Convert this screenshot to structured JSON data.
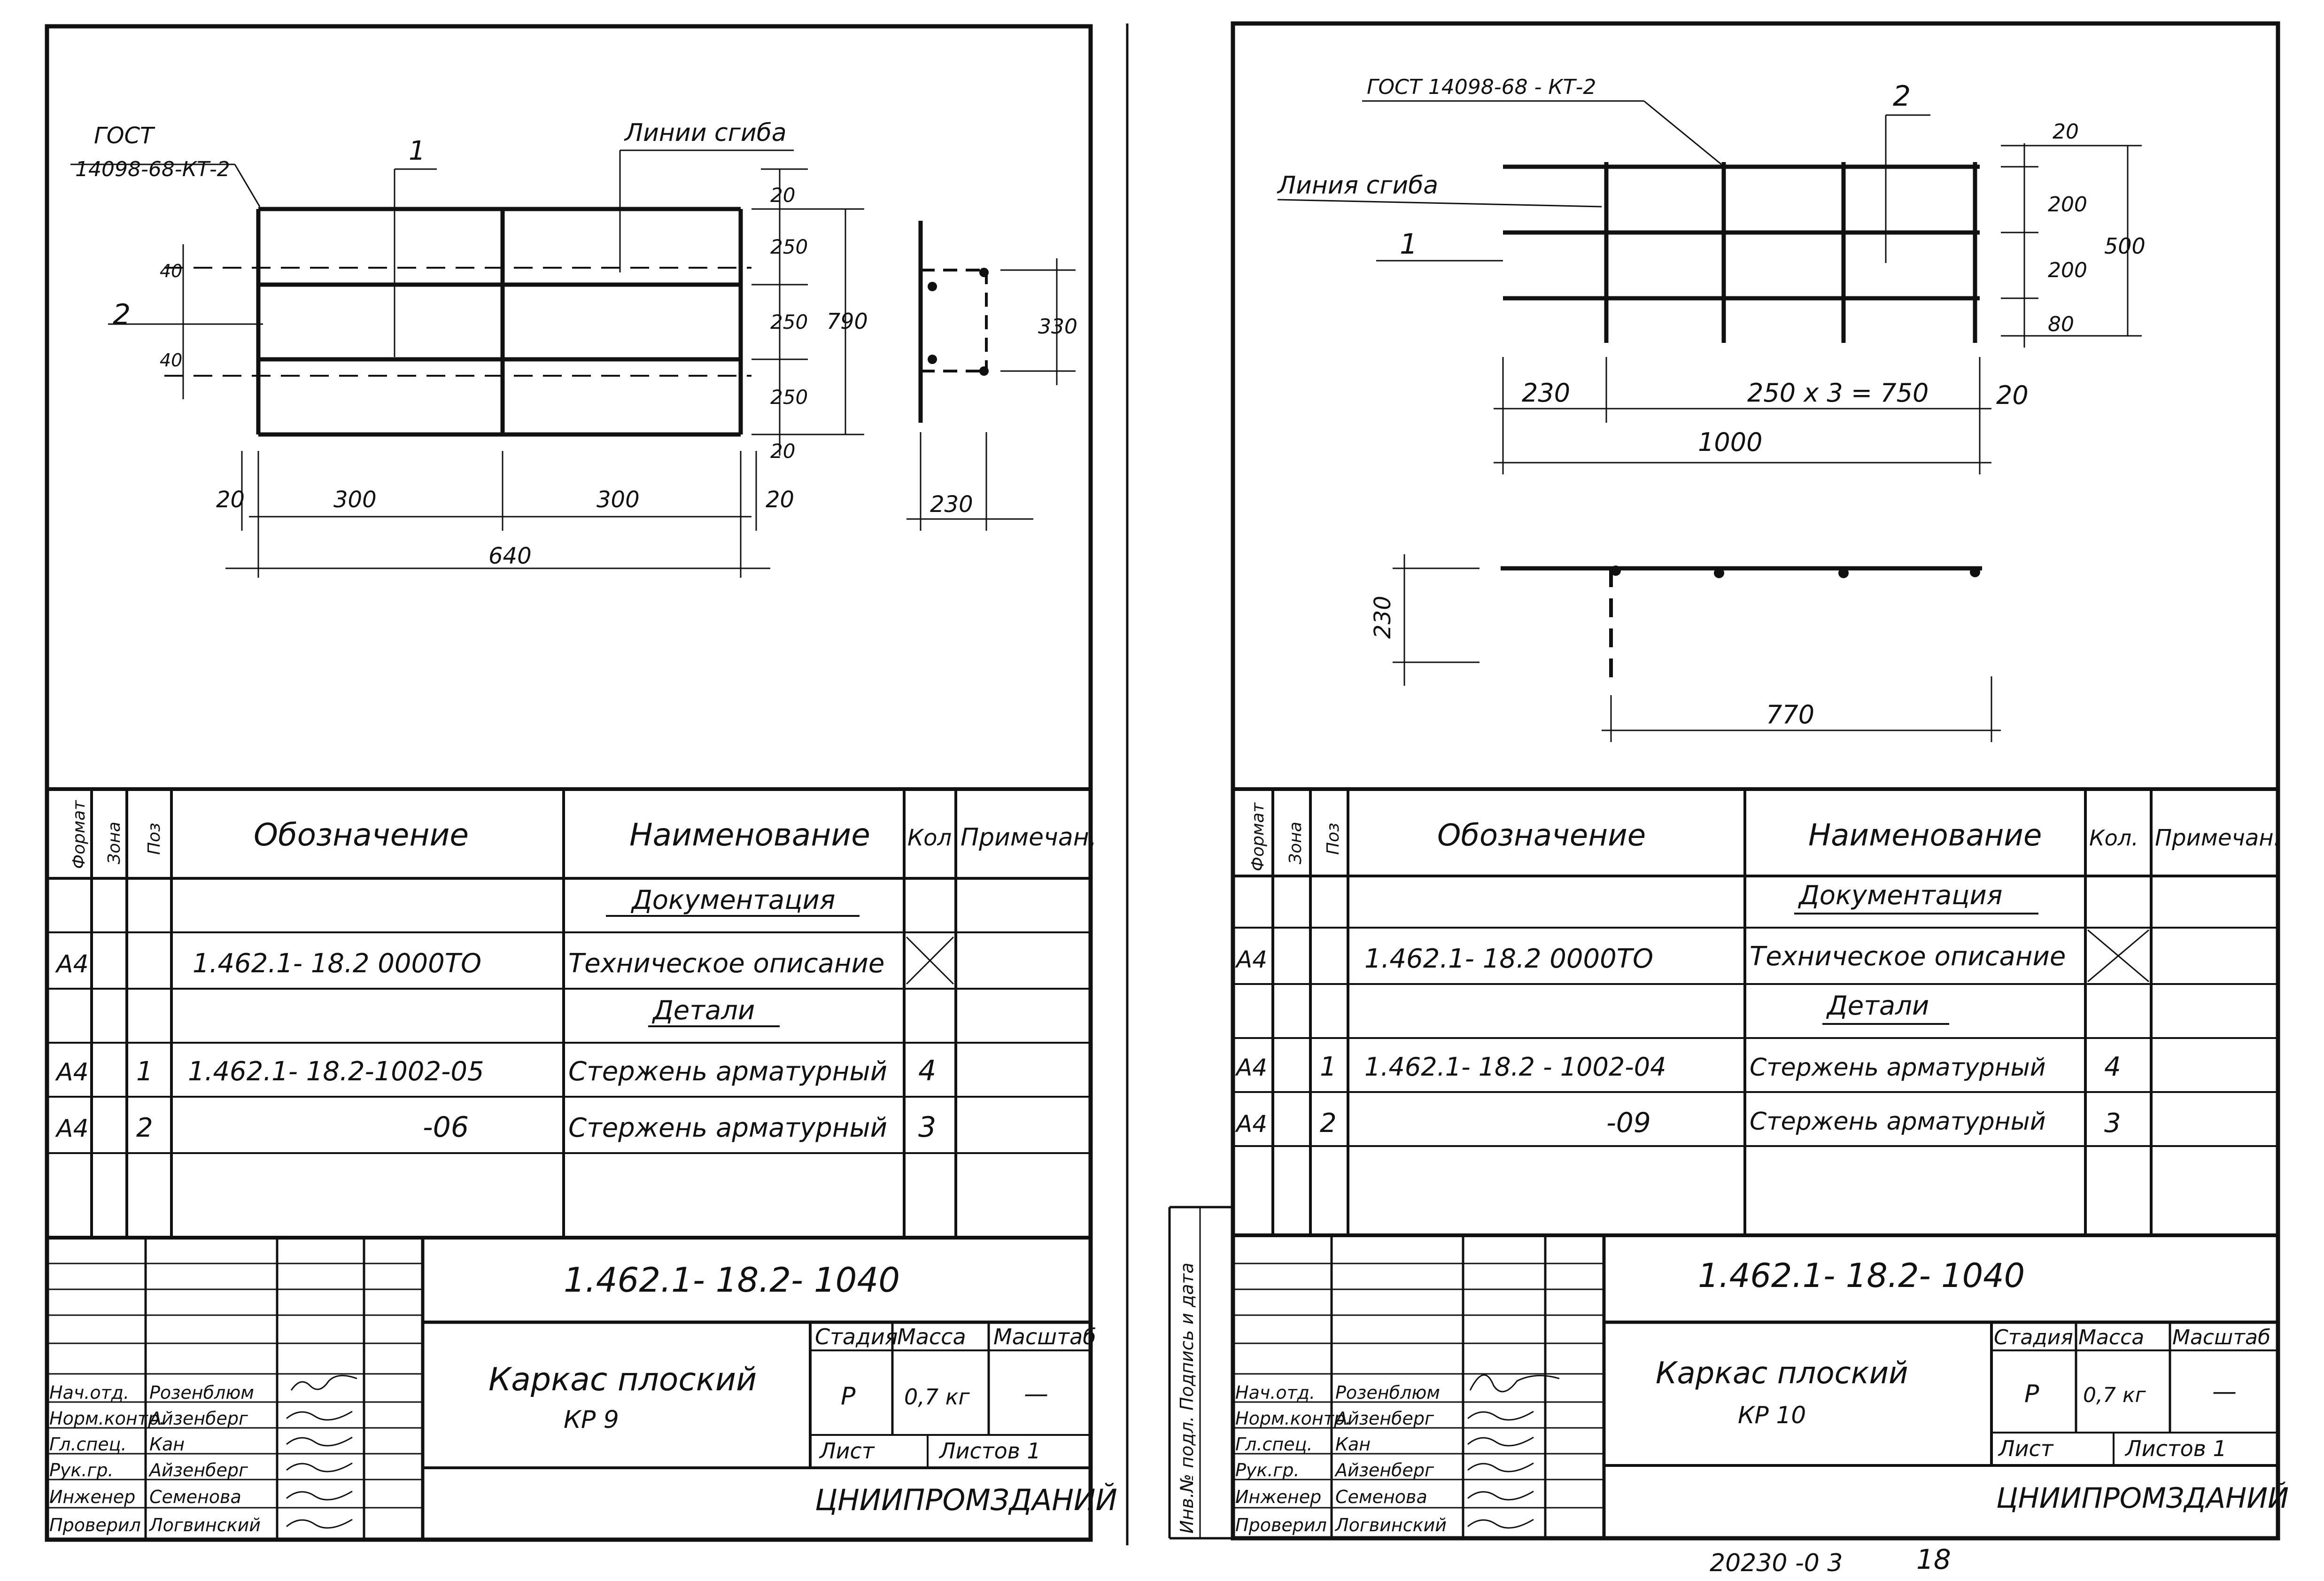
{
  "left_sheet": {
    "callouts": {
      "gost": "ГОСТ",
      "gost_number": "14098-68-КТ-2",
      "bend_lines": "Линии сгиба",
      "pos_1": "1",
      "pos_2": "2"
    },
    "dims": {
      "top_20": "20",
      "d250_a": "250",
      "d250_b": "250",
      "d250_c": "250",
      "bot_20": "20",
      "total_790": "790",
      "left_40_a": "40",
      "left_40_b": "40",
      "bottom_20_left": "20",
      "bottom_300_a": "300",
      "bottom_300_b": "300",
      "bottom_20_right": "20",
      "bottom_total": "640",
      "side_330": "330",
      "side_230": "230"
    },
    "spec": {
      "headers": {
        "format": "Формат",
        "zone": "Зона",
        "pos": "Поз",
        "designation": "Обозначение",
        "name": "Наименование",
        "qty": "Кол",
        "note": "Примечан."
      },
      "section_docs": "Документация",
      "section_parts": "Детали",
      "rows": [
        {
          "format": "А4",
          "pos": "",
          "designation": "1.462.1- 18.2 0000ТО",
          "name": "Техническое описание",
          "qty": ""
        },
        {
          "format": "А4",
          "pos": "1",
          "designation": "1.462.1- 18.2-1002-05",
          "name": "Стержень арматурный",
          "qty": "4"
        },
        {
          "format": "А4",
          "pos": "2",
          "designation": "-06",
          "name": "Стержень арматурный",
          "qty": "3"
        }
      ]
    },
    "title_block": {
      "code": "1.462.1- 18.2- 1040",
      "title": "Каркас плоский",
      "subtitle": "КР 9",
      "stage_label": "Стадия",
      "mass_label": "Масса",
      "scale_label": "Масштаб",
      "stage": "Р",
      "mass": "0,7 кг",
      "scale": "—",
      "sheet_label": "Лист",
      "sheets_label": "Листов 1",
      "org": "ЦНИИПРОМЗДАНИЙ",
      "signers": [
        {
          "role": "Нач.отд.",
          "name": "Розенблюм"
        },
        {
          "role": "Норм.контр.",
          "name": "Айзенберг"
        },
        {
          "role": "Гл.спец.",
          "name": "Кан"
        },
        {
          "role": "Рук.гр.",
          "name": "Айзенберг"
        },
        {
          "role": "Инженер",
          "name": "Семенова"
        },
        {
          "role": "Проверил",
          "name": "Логвинский"
        }
      ]
    }
  },
  "right_sheet": {
    "callouts": {
      "gost": "ГОСТ 14098-68 - КТ-2",
      "bend_line": "Линия сгиба",
      "pos_1": "1",
      "pos_2": "2"
    },
    "dims": {
      "d20_top": "20",
      "d200_a": "200",
      "d200_b": "200",
      "d80": "80",
      "total_500": "500",
      "d230_left": "230",
      "d250x3": "250 х 3 = 750",
      "d20_right": "20",
      "total_1000": "1000",
      "side_230": "230",
      "bottom_770": "770"
    },
    "side_label": "Инв.№ подл.  Подпись и дата",
    "spec": {
      "headers": {
        "format": "Формат",
        "zone": "Зона",
        "pos": "Поз",
        "designation": "Обозначение",
        "name": "Наименование",
        "qty": "Кол.",
        "note": "Примечан."
      },
      "section_docs": "Документация",
      "section_parts": "Детали",
      "rows": [
        {
          "format": "А4",
          "pos": "",
          "designation": "1.462.1- 18.2 0000ТО",
          "name": "Техническое описание",
          "qty": ""
        },
        {
          "format": "А4",
          "pos": "1",
          "designation": "1.462.1- 18.2 - 1002-04",
          "name": "Стержень арматурный",
          "qty": "4"
        },
        {
          "format": "А4",
          "pos": "2",
          "designation": "-09",
          "name": "Стержень арматурный",
          "qty": "3"
        }
      ]
    },
    "title_block": {
      "code": "1.462.1- 18.2- 1040",
      "title": "Каркас плоский",
      "subtitle": "КР 10",
      "stage_label": "Стадия",
      "mass_label": "Масса",
      "scale_label": "Масштаб",
      "stage": "Р",
      "mass": "0,7 кг",
      "scale": "—",
      "sheet_label": "Лист",
      "sheets_label": "Листов 1",
      "org": "ЦНИИПРОМЗДАНИЙ",
      "signers": [
        {
          "role": "Нач.отд.",
          "name": "Розенблюм"
        },
        {
          "role": "Норм.контр.",
          "name": "Айзенберг"
        },
        {
          "role": "Гл.спец.",
          "name": "Кан"
        },
        {
          "role": "Рук.гр.",
          "name": "Айзенберг"
        },
        {
          "role": "Инженер",
          "name": "Семенова"
        },
        {
          "role": "Проверил",
          "name": "Логвинский"
        }
      ]
    }
  },
  "footer": {
    "archive_no": "20230 -0 3",
    "page_no": "18"
  }
}
